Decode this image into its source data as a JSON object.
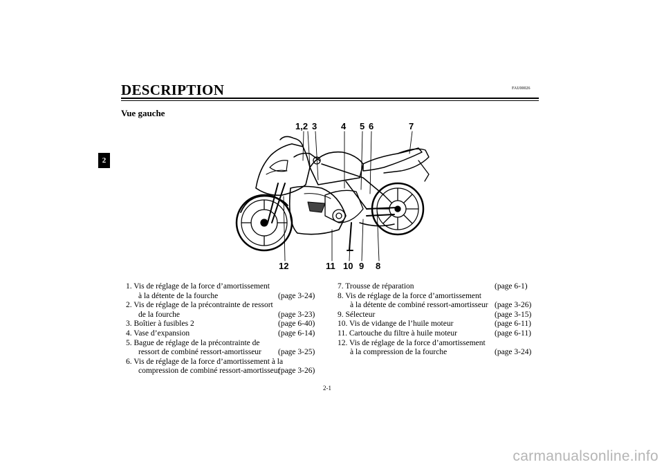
{
  "page": {
    "chapter_tab": "2",
    "title": "DESCRIPTION",
    "code": "FAU00026",
    "subtitle": "Vue gauche",
    "page_number": "2-1",
    "watermark": "carmanualsonline.info"
  },
  "figure": {
    "callouts_top": [
      "1,2",
      "3",
      "4",
      "5",
      "6",
      "7"
    ],
    "callouts_bottom": [
      "12",
      "11",
      "10",
      "9",
      "8"
    ]
  },
  "legend_left": [
    {
      "text": "1. Vis de réglage de la force d’amortissement",
      "page": ""
    },
    {
      "text": "à la détente de la fourche",
      "page": "(page 3-24)",
      "indent": true
    },
    {
      "text": "2. Vis de réglage de la précontrainte de ressort",
      "page": ""
    },
    {
      "text": "de la fourche",
      "page": "(page 3-23)",
      "indent": true
    },
    {
      "text": "3. Boîtier à fusibles 2",
      "page": "(page 6-40)"
    },
    {
      "text": "4. Vase d’expansion",
      "page": "(page 6-14)"
    },
    {
      "text": "5. Bague de réglage de la précontrainte de",
      "page": ""
    },
    {
      "text": "ressort de combiné ressort-amortisseur",
      "page": "(page 3-25)",
      "indent": true
    },
    {
      "text": "6. Vis de réglage de la force d’amortissement à la",
      "page": ""
    },
    {
      "text": "compression de combiné ressort-amortisseur",
      "page": "(page 3-26)",
      "indent": true
    }
  ],
  "legend_right": [
    {
      "text": "7. Trousse de réparation",
      "page": "(page 6-1)"
    },
    {
      "text": "8. Vis de réglage de la force d’amortissement",
      "page": ""
    },
    {
      "text": "à la détente de combiné ressort-amortisseur",
      "page": "(page 3-26)",
      "indent": true
    },
    {
      "text": "9. Sélecteur",
      "page": "(page 3-15)"
    },
    {
      "text": "10. Vis de vidange de l’huile moteur",
      "page": "(page 6-11)"
    },
    {
      "text": "11. Cartouche du filtre à huile moteur",
      "page": "(page 6-11)"
    },
    {
      "text": "12. Vis de réglage de la force d’amortissement",
      "page": ""
    },
    {
      "text": "à la compression de la fourche",
      "page": "(page 3-24)",
      "indent": true
    }
  ]
}
